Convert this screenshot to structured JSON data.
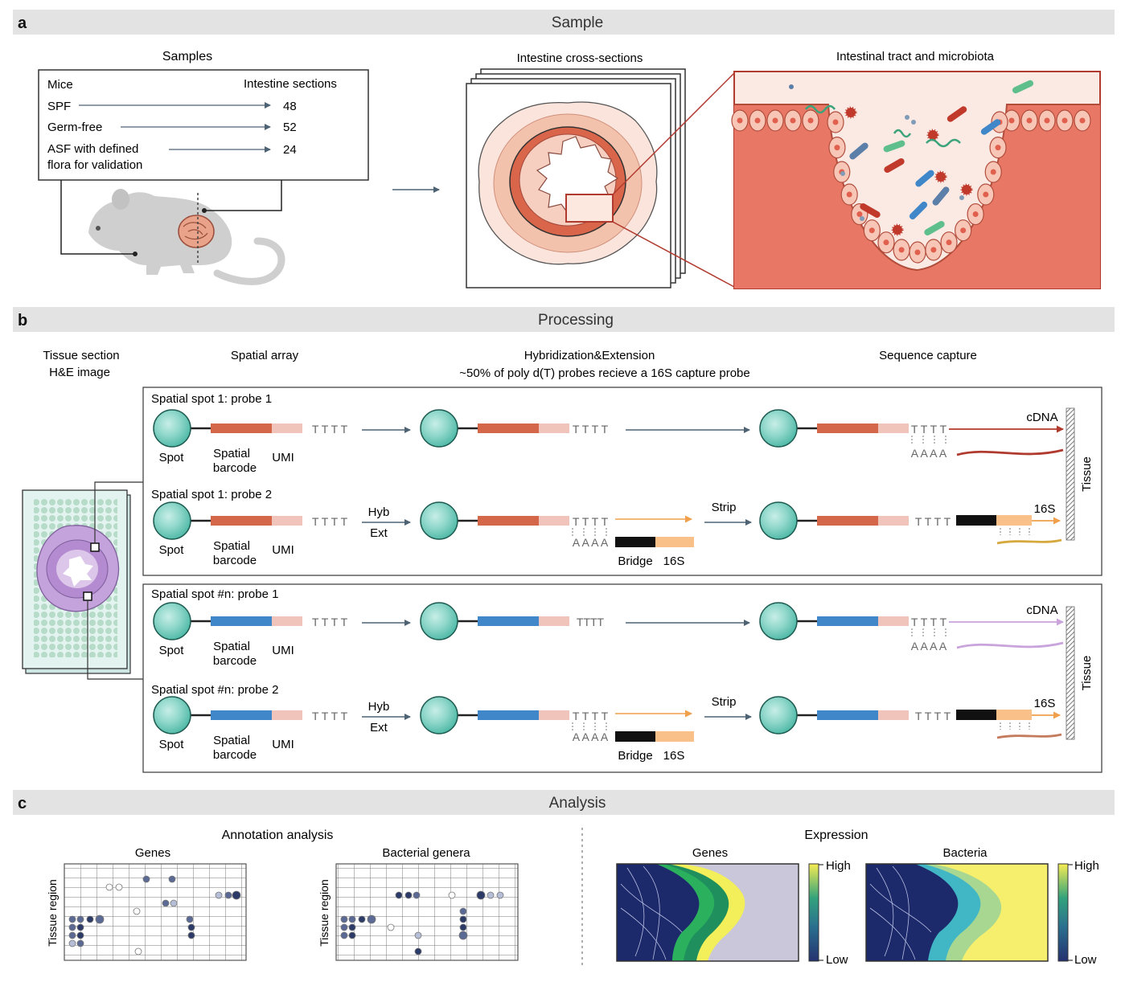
{
  "sections": {
    "a": {
      "letter": "a",
      "title": "Sample"
    },
    "b": {
      "letter": "b",
      "title": "Processing"
    },
    "c": {
      "letter": "c",
      "title": "Analysis"
    }
  },
  "panel_a": {
    "samples_title": "Samples",
    "col_mice": "Mice",
    "col_sections": "Intestine sections",
    "rows": [
      {
        "label": "SPF",
        "value": "48"
      },
      {
        "label": "Germ-free",
        "value": "52"
      },
      {
        "label": "ASF with defined",
        "label2": "flora for validation",
        "value": "24"
      }
    ],
    "cross_title": "Intestine cross-sections",
    "micro_title": "Intestinal tract and microbiota"
  },
  "panel_b": {
    "col_tissue": "Tissue section",
    "col_tissue2": "H&E image",
    "col_array": "Spatial array",
    "col_hyb": "Hybridization&Extension",
    "col_hyb_note": "~50% of poly d(T) probes recieve a 16S capture probe",
    "col_capture": "Sequence capture",
    "labels": {
      "spot": "Spot",
      "spatial": "Spatial",
      "barcode": "barcode",
      "umi": "UMI",
      "tttt": "T T T T",
      "tttt_tight": "TTTT",
      "aaaa": "A A A A",
      "hyb": "Hyb",
      "ext": "Ext",
      "strip": "Strip",
      "bridge": "Bridge",
      "s16": "16S",
      "cdna": "cDNA",
      "tissue": "Tissue"
    },
    "rows": [
      {
        "title": "Spatial spot 1: probe 1"
      },
      {
        "title": "Spatial spot 1: probe 2"
      },
      {
        "title": "Spatial spot #n: probe 1"
      },
      {
        "title": "Spatial spot #n: probe 2"
      }
    ],
    "colors": {
      "bead": "#7fd0c2",
      "barcode_1": "#d4664a",
      "barcode_n": "#3f87c9",
      "umi": "#f0c4bb",
      "bridge": "#111111",
      "s16": "#f9c089",
      "cdna_1": "#b03a2e",
      "cdna_n": "#c9a3dc"
    }
  },
  "panel_c": {
    "annotation_title": "Annotation analysis",
    "genes_title": "Genes",
    "bact_title": "Bacterial genera",
    "ylabel": "Tissue region",
    "expression_title": "Expression",
    "expr_genes": "Genes",
    "expr_bacteria": "Bacteria",
    "high": "High",
    "low": "Low"
  }
}
